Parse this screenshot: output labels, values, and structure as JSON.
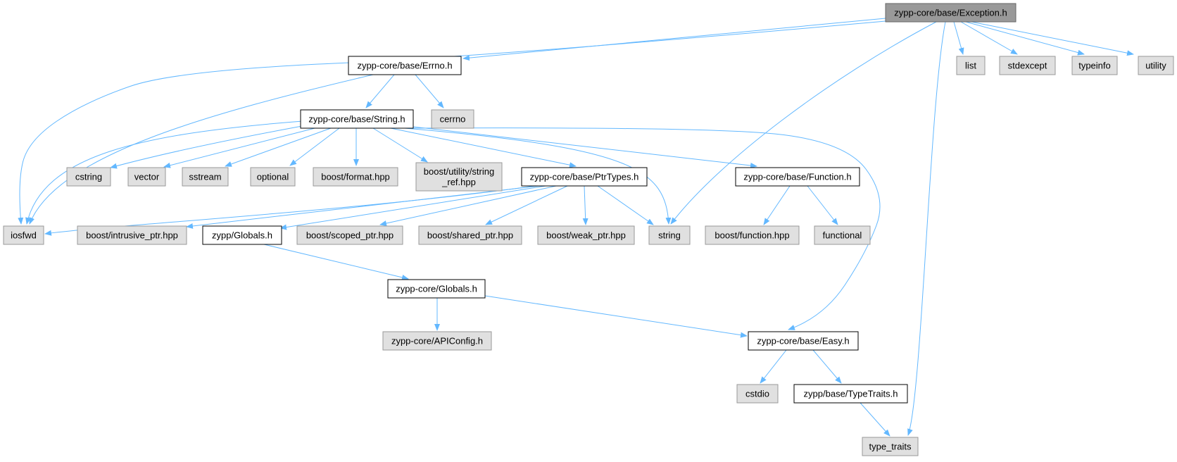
{
  "diagram": {
    "colors": {
      "edge": "#63b8ff",
      "root_fill": "#999999",
      "root_stroke": "#666666",
      "local_fill": "#ffffff",
      "local_stroke": "#000000",
      "system_fill": "#e0e0e0",
      "system_stroke": "#999999"
    },
    "nodes": [
      {
        "id": "exception",
        "kind": "root",
        "lines": [
          "zypp-core/base/Exception.h"
        ]
      },
      {
        "id": "errno_h",
        "kind": "local",
        "lines": [
          "zypp-core/base/Errno.h"
        ]
      },
      {
        "id": "list",
        "kind": "system",
        "lines": [
          "list"
        ]
      },
      {
        "id": "stdexcept",
        "kind": "system",
        "lines": [
          "stdexcept"
        ]
      },
      {
        "id": "typeinfo",
        "kind": "system",
        "lines": [
          "typeinfo"
        ]
      },
      {
        "id": "utility",
        "kind": "system",
        "lines": [
          "utility"
        ]
      },
      {
        "id": "string_h",
        "kind": "local",
        "lines": [
          "zypp-core/base/String.h"
        ]
      },
      {
        "id": "cerrno",
        "kind": "system",
        "lines": [
          "cerrno"
        ]
      },
      {
        "id": "cstring",
        "kind": "system",
        "lines": [
          "cstring"
        ]
      },
      {
        "id": "vector",
        "kind": "system",
        "lines": [
          "vector"
        ]
      },
      {
        "id": "sstream",
        "kind": "system",
        "lines": [
          "sstream"
        ]
      },
      {
        "id": "optional",
        "kind": "system",
        "lines": [
          "optional"
        ]
      },
      {
        "id": "boost_format",
        "kind": "system",
        "lines": [
          "boost/format.hpp"
        ]
      },
      {
        "id": "boost_string_ref",
        "kind": "system",
        "lines": [
          "boost/utility/string",
          "_ref.hpp"
        ]
      },
      {
        "id": "ptrtypes_h",
        "kind": "local",
        "lines": [
          "zypp-core/base/PtrTypes.h"
        ]
      },
      {
        "id": "function_h",
        "kind": "local",
        "lines": [
          "zypp-core/base/Function.h"
        ]
      },
      {
        "id": "iosfwd",
        "kind": "system",
        "lines": [
          "iosfwd"
        ]
      },
      {
        "id": "boost_intrusive",
        "kind": "system",
        "lines": [
          "boost/intrusive_ptr.hpp"
        ]
      },
      {
        "id": "zypp_globals",
        "kind": "local",
        "lines": [
          "zypp/Globals.h"
        ]
      },
      {
        "id": "boost_scoped",
        "kind": "system",
        "lines": [
          "boost/scoped_ptr.hpp"
        ]
      },
      {
        "id": "boost_shared",
        "kind": "system",
        "lines": [
          "boost/shared_ptr.hpp"
        ]
      },
      {
        "id": "boost_weak",
        "kind": "system",
        "lines": [
          "boost/weak_ptr.hpp"
        ]
      },
      {
        "id": "string",
        "kind": "system",
        "lines": [
          "string"
        ]
      },
      {
        "id": "boost_function",
        "kind": "system",
        "lines": [
          "boost/function.hpp"
        ]
      },
      {
        "id": "functional",
        "kind": "system",
        "lines": [
          "functional"
        ]
      },
      {
        "id": "core_globals",
        "kind": "local",
        "lines": [
          "zypp-core/Globals.h"
        ]
      },
      {
        "id": "apiconfig",
        "kind": "system",
        "lines": [
          "zypp-core/APIConfig.h"
        ]
      },
      {
        "id": "easy_h",
        "kind": "local",
        "lines": [
          "zypp-core/base/Easy.h"
        ]
      },
      {
        "id": "cstdio",
        "kind": "system",
        "lines": [
          "cstdio"
        ]
      },
      {
        "id": "typetraits_h",
        "kind": "local",
        "lines": [
          "zypp/base/TypeTraits.h"
        ]
      },
      {
        "id": "type_traits",
        "kind": "system",
        "lines": [
          "type_traits"
        ]
      }
    ],
    "edges": [
      [
        "exception",
        "errno_h"
      ],
      [
        "exception",
        "iosfwd"
      ],
      [
        "exception",
        "string"
      ],
      [
        "exception",
        "list"
      ],
      [
        "exception",
        "stdexcept"
      ],
      [
        "exception",
        "typeinfo"
      ],
      [
        "exception",
        "utility"
      ],
      [
        "exception",
        "type_traits"
      ],
      [
        "errno_h",
        "string_h"
      ],
      [
        "errno_h",
        "cerrno"
      ],
      [
        "errno_h",
        "iosfwd"
      ],
      [
        "string_h",
        "iosfwd"
      ],
      [
        "string_h",
        "cstring"
      ],
      [
        "string_h",
        "vector"
      ],
      [
        "string_h",
        "sstream"
      ],
      [
        "string_h",
        "optional"
      ],
      [
        "string_h",
        "boost_format"
      ],
      [
        "string_h",
        "boost_string_ref"
      ],
      [
        "string_h",
        "ptrtypes_h"
      ],
      [
        "string_h",
        "string"
      ],
      [
        "string_h",
        "function_h"
      ],
      [
        "string_h",
        "easy_h"
      ],
      [
        "ptrtypes_h",
        "iosfwd"
      ],
      [
        "ptrtypes_h",
        "boost_intrusive"
      ],
      [
        "ptrtypes_h",
        "zypp_globals"
      ],
      [
        "ptrtypes_h",
        "boost_scoped"
      ],
      [
        "ptrtypes_h",
        "boost_shared"
      ],
      [
        "ptrtypes_h",
        "boost_weak"
      ],
      [
        "ptrtypes_h",
        "string"
      ],
      [
        "function_h",
        "boost_function"
      ],
      [
        "function_h",
        "functional"
      ],
      [
        "zypp_globals",
        "core_globals"
      ],
      [
        "core_globals",
        "apiconfig"
      ],
      [
        "core_globals",
        "easy_h"
      ],
      [
        "easy_h",
        "cstdio"
      ],
      [
        "easy_h",
        "typetraits_h"
      ],
      [
        "typetraits_h",
        "type_traits"
      ]
    ]
  }
}
